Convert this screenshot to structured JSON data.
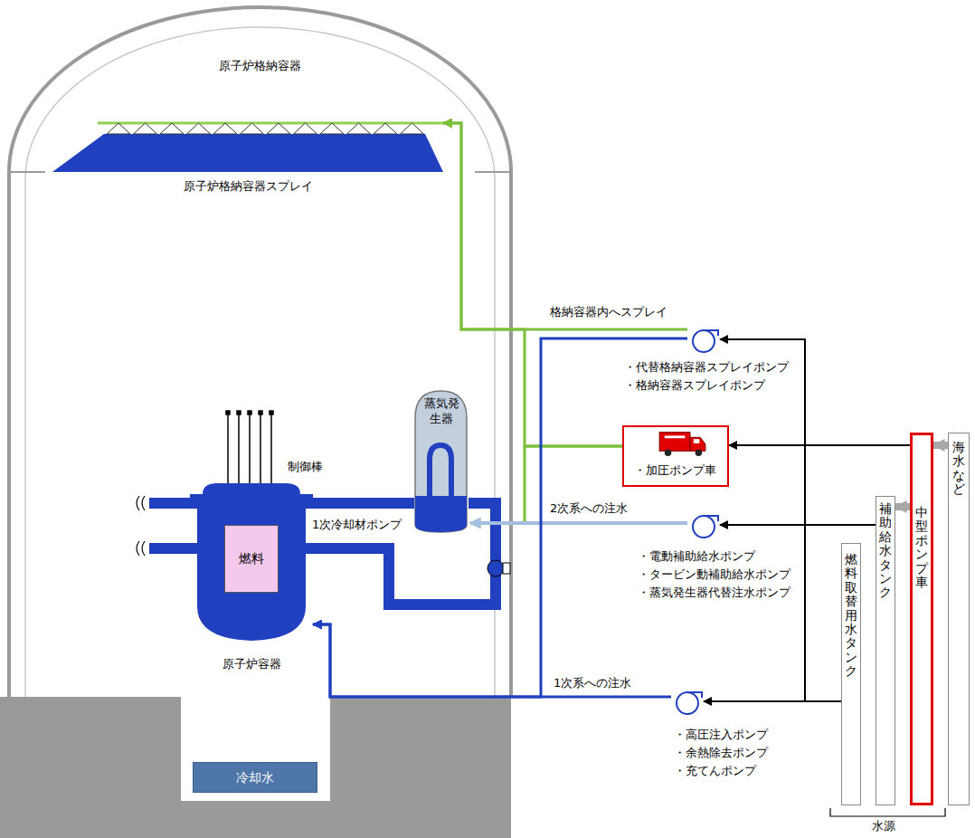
{
  "diagram": {
    "nodes": [
      {
        "text": [
          "原子炉格納容器"
        ]
      },
      {
        "text": [
          "原子炉格納容器スプレイ"
        ],
        "in": 0
      },
      {
        "text": [
          "原子炉容器"
        ],
        "in": 0
      },
      {
        "text": [
          "燃料"
        ],
        "in": 2
      },
      {
        "text": [
          "蒸気発生器"
        ],
        "in": 0
      },
      {
        "text": [
          "冷却水"
        ],
        "in": 0
      },
      {
        "text": [
          "・加圧ポンプ車"
        ]
      },
      {
        "text": [
          "燃料取替用水タンク"
        ]
      },
      {
        "text": [
          "補助給水タンク"
        ]
      },
      {
        "text": [
          "中型ポンプ車"
        ]
      },
      {
        "text": [
          "海水など"
        ]
      },
      {
        "text": [
          "・代替格納容器スプレイポンプ",
          "・格納容器スプレイポンプ"
        ]
      },
      {
        "text": [
          "・電動補助給水ポンプ",
          "・タービン動補助給水ポンプ",
          "・蒸気発生器代替注水ポンプ"
        ]
      },
      {
        "text": [
          "・高圧注入ポンプ",
          "・余熱除去ポンプ",
          "・充てんポンプ"
        ]
      }
    ],
    "edges": [
      {
        "from": 11,
        "to": 1,
        "arrow": "to",
        "label": "格納容器内へスプレイ"
      },
      {
        "from": 6,
        "to": 1,
        "arrow": "to"
      },
      {
        "from": 6,
        "to": 4,
        "arrow": "to"
      },
      {
        "from": 12,
        "to": 4,
        "arrow": "to",
        "label": "2次系への注水"
      },
      {
        "from": 11,
        "to": 2,
        "arrow": "to"
      },
      {
        "from": 13,
        "to": 2,
        "arrow": "to",
        "label": "1次系への注水"
      },
      {
        "from": 7,
        "to": 11,
        "arrow": "to"
      },
      {
        "from": 7,
        "to": 13,
        "arrow": "to"
      },
      {
        "from": 8,
        "to": 12,
        "arrow": "to"
      },
      {
        "from": 9,
        "to": 6,
        "arrow": "to"
      },
      {
        "from": 10,
        "to": 9,
        "arrow": "to"
      },
      {
        "from": 9,
        "to": 8,
        "arrow": "to"
      }
    ],
    "labels": [
      "制御棒",
      "1次冷却材ポンプ",
      "水源"
    ]
  }
}
